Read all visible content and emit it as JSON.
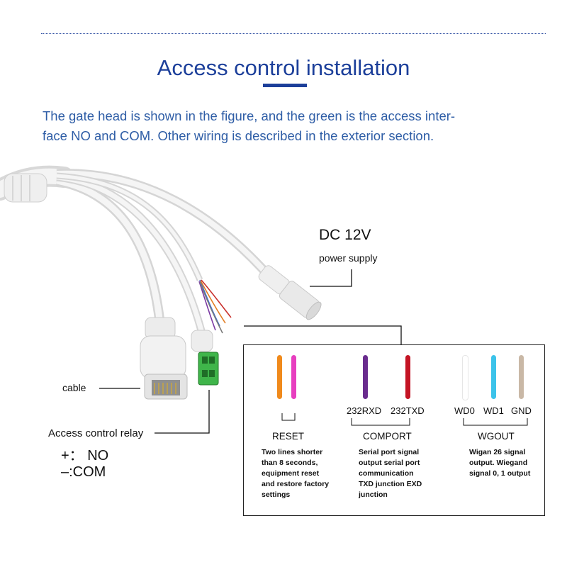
{
  "header": {
    "title": "Access control installation",
    "intro_lines": [
      "The gate head is shown in the figure, and the green is the access inter-",
      "face NO and COM. Other wiring is described in the exterior section."
    ]
  },
  "labels": {
    "dc": "DC 12V",
    "power": "power supply",
    "cable": "cable",
    "relay": "Access control relay",
    "no": "+： NO",
    "com": "–:COM"
  },
  "wires": {
    "reset": {
      "label": "RESET",
      "colors": [
        "#f08a1c",
        "#e73fbf"
      ]
    },
    "comport": {
      "label": "COMPORT",
      "names": [
        "232RXD",
        "232TXD"
      ],
      "colors": [
        "#6a2c8e",
        "#c41424"
      ]
    },
    "wgout": {
      "label": "WGOUT",
      "names": [
        "WD0",
        "WD1",
        "GND"
      ],
      "colors": [
        "#ffffff",
        "#3cc3ea",
        "#c9b8a6"
      ]
    }
  },
  "descriptions": {
    "reset": [
      "Two lines shorter",
      "than 8 seconds,",
      "equipment reset",
      "and restore factory",
      "settings"
    ],
    "comport": [
      "Serial port signal",
      "output serial port",
      "communication",
      "TXD junction EXD",
      "junction"
    ],
    "wgout": [
      "Wigan 26 signal",
      "output. Wiegand",
      "signal 0, 1 output"
    ]
  }
}
